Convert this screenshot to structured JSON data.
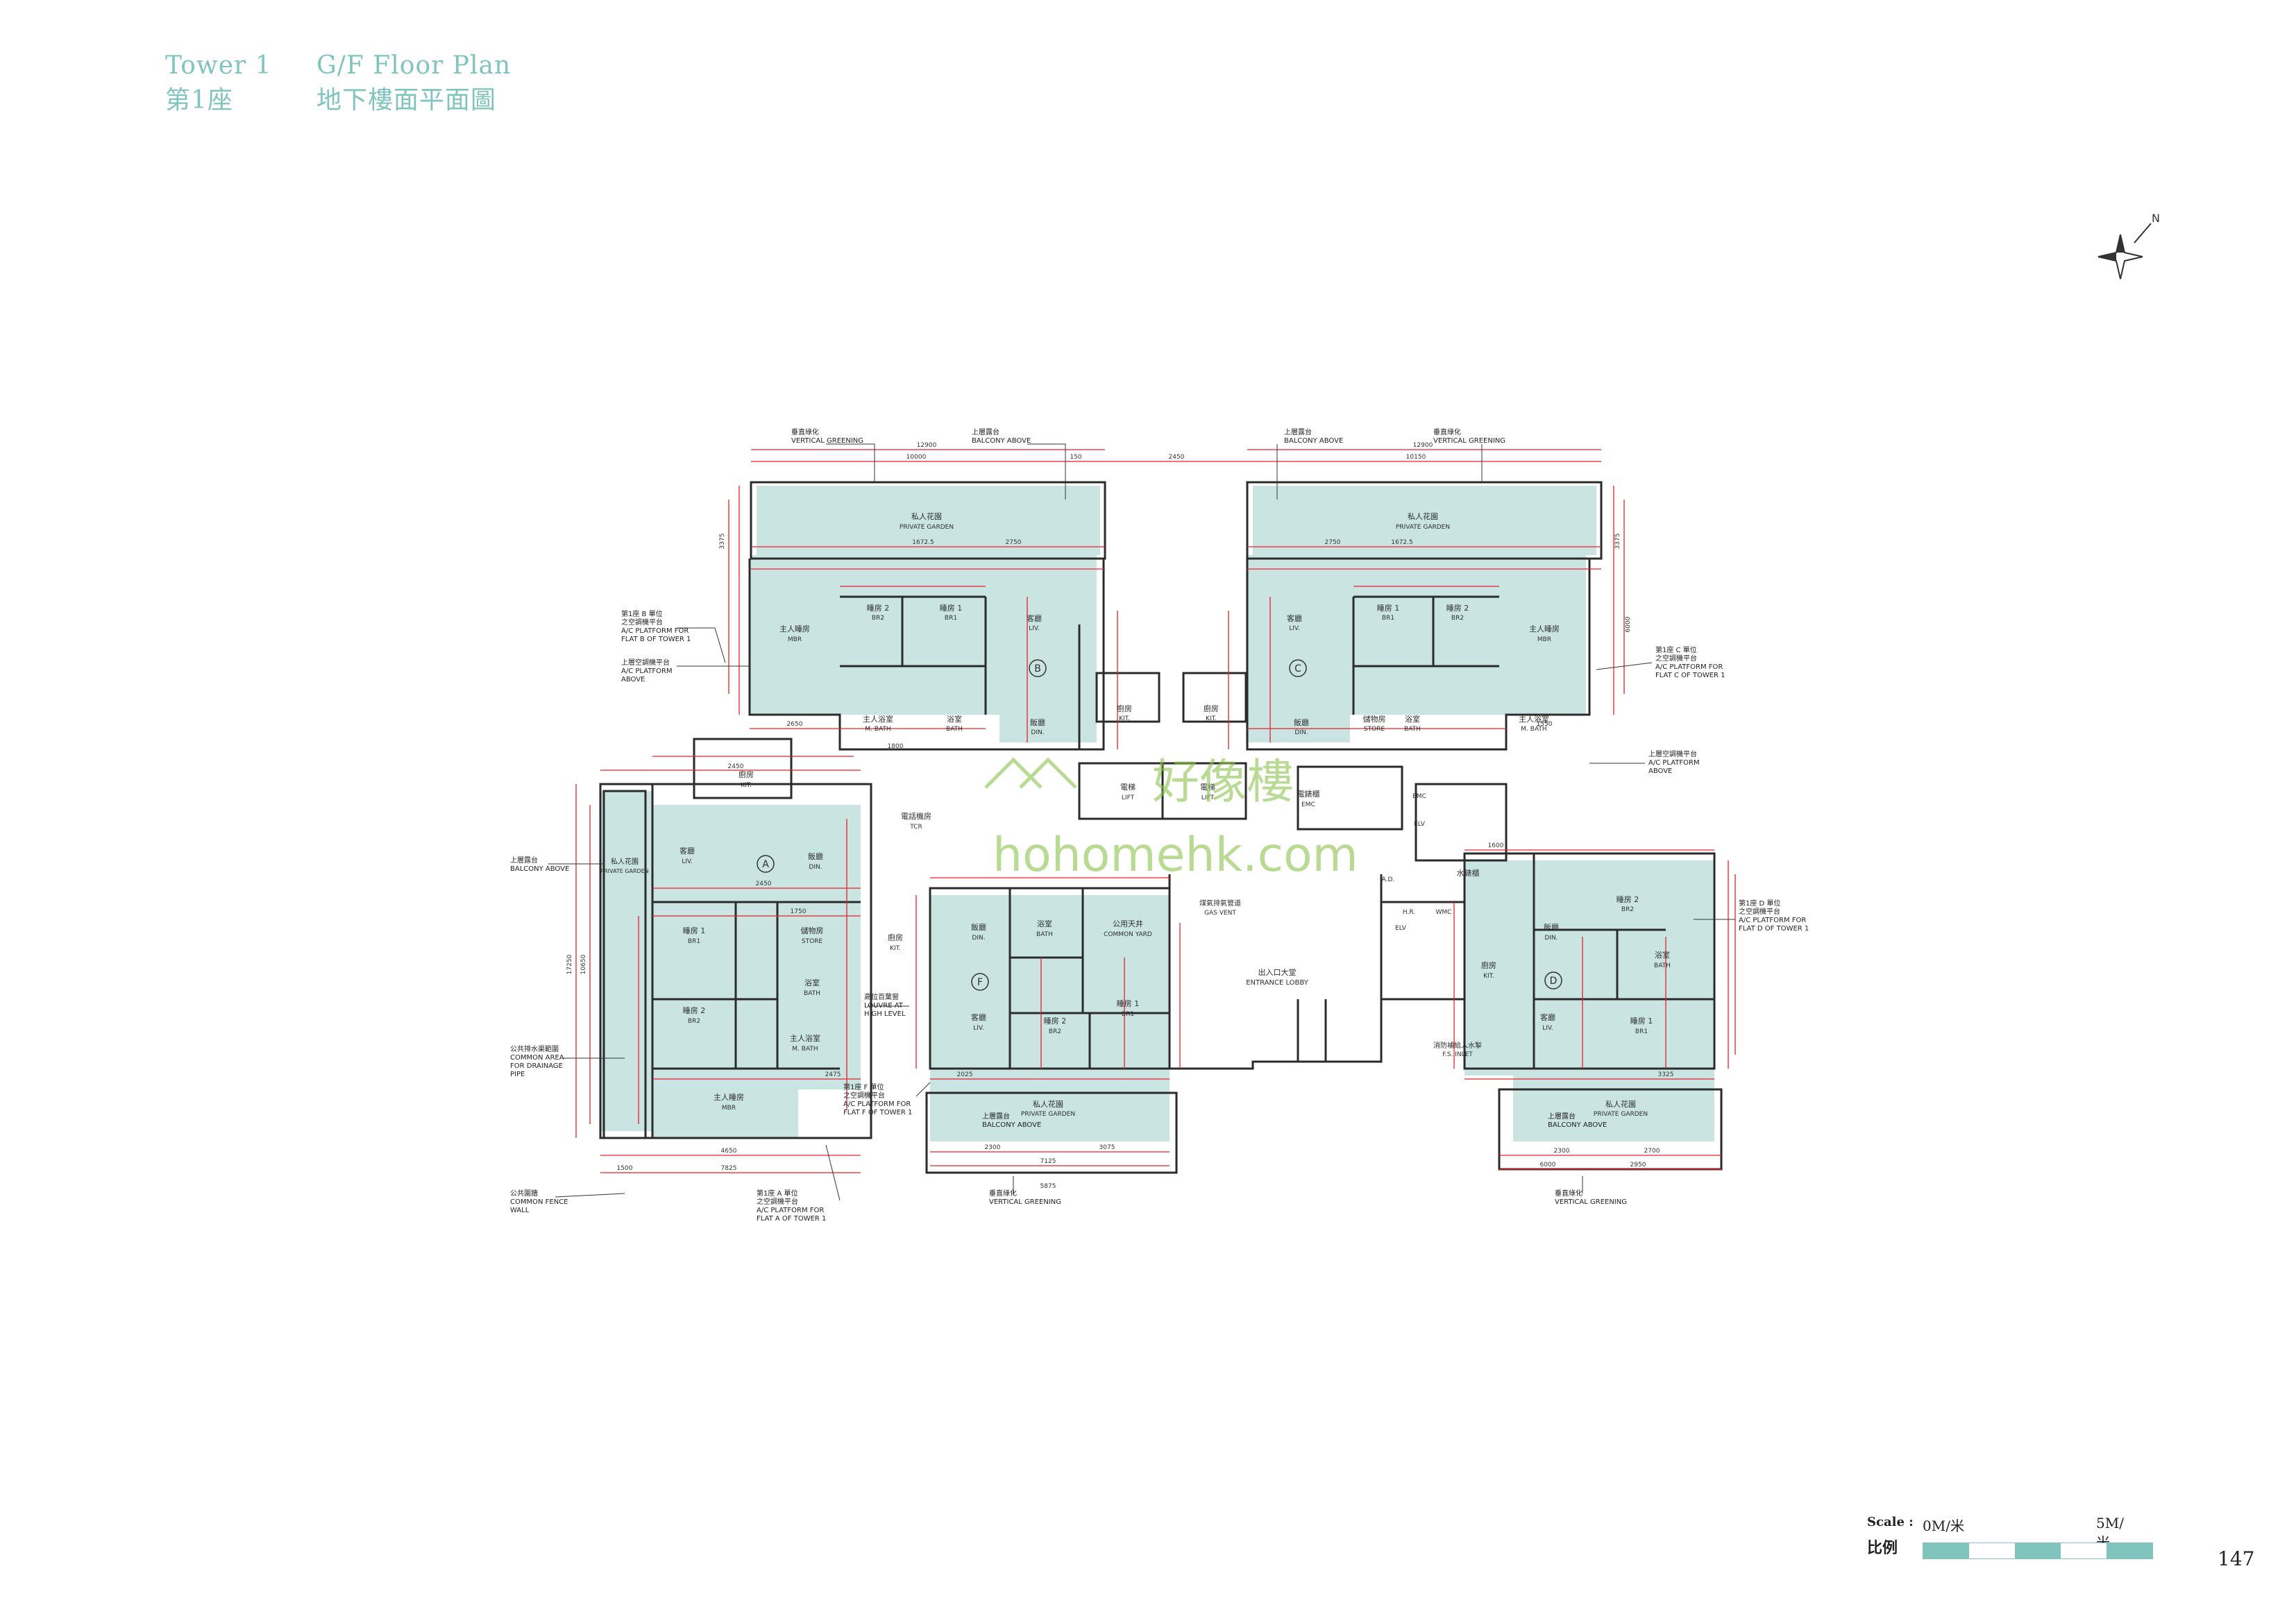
{
  "header": {
    "tower_en": "Tower 1",
    "plan_en": "G/F Floor Plan",
    "tower_zh": "第1座",
    "plan_zh": "地下樓面平面圖"
  },
  "watermark": {
    "brand_zh": "好像樓",
    "brand_en": "hohomehk.com"
  },
  "units": {
    "A": "A",
    "B": "B",
    "C": "C",
    "D": "D",
    "F": "F"
  },
  "rooms": {
    "private_garden_zh": "私人花園",
    "private_garden_en": "PRIVATE GARDEN",
    "mbr_zh": "主人睡房",
    "mbr_en": "MBR",
    "br1_zh": "睡房 1",
    "br1_en": "BR1",
    "br2_zh": "睡房 2",
    "br2_en": "BR2",
    "liv_zh": "客廳",
    "liv_en": "LIV.",
    "din_zh": "飯廳",
    "din_en": "DIN.",
    "kit_zh": "廚房",
    "kit_en": "KIT.",
    "bath_zh": "浴室",
    "bath_en": "BATH",
    "mbath_zh": "主人浴室",
    "mbath_en": "M. BATH",
    "store_zh": "儲物房",
    "store_en": "STORE",
    "lift_zh": "電梯",
    "lift_en": "LIFT",
    "lobby_zh": "出入口大堂",
    "lobby_en": "ENTRANCE LOBBY",
    "tcr_zh": "電話機房",
    "tcr_en": "TCR",
    "emc_zh": "電錶櫃",
    "emc_en": "EMC",
    "common_yard_zh": "公用天井",
    "common_yard_en": "COMMON YARD",
    "gas_vent_zh": "煤氣排氣管道",
    "gas_vent_en": "GAS VENT",
    "elv": "ELV",
    "hr": "H.R.",
    "ad": "A.D.",
    "wmc": "WMC",
    "fs_inlet_zh": "消防補給入水掣",
    "fs_inlet_en": "F.S. INLET",
    "water_meter_zh": "水錶櫃"
  },
  "callouts": {
    "vertical_greening_zh": "垂直綠化",
    "vertical_greening_en": "VERTICAL GREENING",
    "balcony_above_zh": "上層露台",
    "balcony_above_en": "BALCONY ABOVE",
    "ac_platform_above_zh": "上層空調機平台",
    "ac_platform_above_en1": "A/C PLATFORM",
    "ac_platform_above_en2": "ABOVE",
    "flat_b_zh1": "第1座 B 單位",
    "flat_b_zh2": "之空調機平台",
    "flat_b_en1": "A/C PLATFORM FOR",
    "flat_b_en2": "FLAT B OF TOWER 1",
    "flat_c_zh1": "第1座 C 單位",
    "flat_c_zh2": "之空調機平台",
    "flat_c_en1": "A/C PLATFORM FOR",
    "flat_c_en2": "FLAT C OF TOWER 1",
    "flat_d_zh1": "第1座 D 單位",
    "flat_d_zh2": "之空調機平台",
    "flat_d_en1": "A/C PLATFORM FOR",
    "flat_d_en2": "FLAT D OF TOWER 1",
    "flat_a_zh1": "第1座 A 單位",
    "flat_a_zh2": "之空調機平台",
    "flat_a_en1": "A/C PLATFORM FOR",
    "flat_a_en2": "FLAT A OF TOWER 1",
    "flat_f_zh1": "第1座 F 單位",
    "flat_f_zh2": "之空調機平台",
    "flat_f_en1": "A/C PLATFORM FOR",
    "flat_f_en2": "FLAT F OF TOWER 1",
    "drainage_zh": "公共排水渠範圍",
    "drainage_en1": "COMMON AREA",
    "drainage_en2": "FOR DRAINAGE",
    "drainage_en3": "PIPE",
    "fence_zh": "公共圍牆",
    "fence_en1": "COMMON FENCE",
    "fence_en2": "WALL",
    "louvre_zh": "高位百葉窗",
    "louvre_en1": "LOUVRE AT",
    "louvre_en2": "HIGH LEVEL"
  },
  "dims": {
    "d12900": "12900",
    "d10000": "10000",
    "d10150": "10150",
    "d150": "150",
    "d2450": "2450",
    "d2750": "2750",
    "d1672": "1672.5",
    "d2650": "2650",
    "d1550": "1550",
    "d1800": "1800",
    "d2450b": "2450",
    "d1750": "1750",
    "d2025": "2025",
    "d2300": "2300",
    "d3075": "3075",
    "d2700": "2700",
    "d5875": "5875",
    "d7125": "7125",
    "d6000": "6000",
    "d2950": "2950",
    "d4650": "4650",
    "d7825": "7825",
    "d1500": "1500",
    "d17250": "17250",
    "d10650": "10650",
    "d3375": "3375",
    "d6000b": "6000",
    "d1600": "1600",
    "d3325": "3325",
    "d2475": "2475"
  },
  "scale": {
    "label": "Scale :",
    "label_zh": "比例",
    "start": "0M/米",
    "end": "5M/米"
  },
  "page_number": "147",
  "colors": {
    "teal_fill": "#c9e4e1",
    "accent": "#7fc5bd",
    "dim_red": "#e8202a",
    "wall": "#2b2b2b"
  }
}
